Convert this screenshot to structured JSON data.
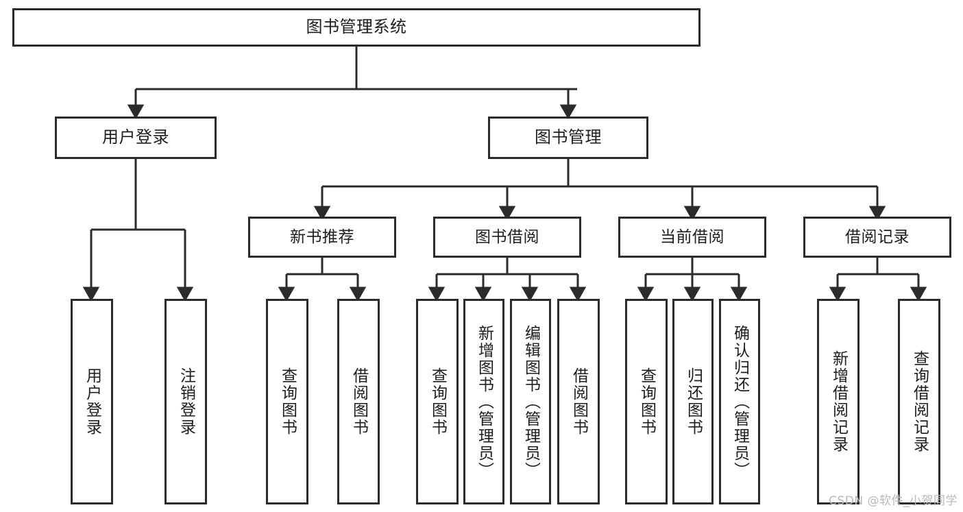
{
  "diagram": {
    "title": "图书管理系统",
    "type": "hierarchy-tree",
    "orientation": "top-down",
    "colors": {
      "box_border": "#2b2b2b",
      "box_fill": "#ffffff",
      "connector": "#2b2b2b",
      "text": "#1d1d1d",
      "watermark": "#b9b9b9",
      "background": "#ffffff"
    },
    "root": {
      "id": "root",
      "label": "图书管理系统"
    },
    "level2": [
      {
        "id": "user-login",
        "label": "用户登录"
      },
      {
        "id": "book-manage",
        "label": "图书管理"
      }
    ],
    "level3": [
      {
        "id": "new-book-rec",
        "label": "新书推荐",
        "parent": "book-manage"
      },
      {
        "id": "book-borrow",
        "label": "图书借阅",
        "parent": "book-manage"
      },
      {
        "id": "current-borrow",
        "label": "当前借阅",
        "parent": "book-manage"
      },
      {
        "id": "borrow-record",
        "label": "借阅记录",
        "parent": "book-manage"
      }
    ],
    "leaves": [
      {
        "id": "leaf-user-login",
        "label": "用户登录",
        "parent": "user-login"
      },
      {
        "id": "leaf-user-logout",
        "label": "注销登录",
        "parent": "user-login"
      },
      {
        "id": "leaf-query-book-1",
        "label": "查询图书",
        "parent": "new-book-rec"
      },
      {
        "id": "leaf-borrow-book-1",
        "label": "借阅图书",
        "parent": "new-book-rec"
      },
      {
        "id": "leaf-query-book-2",
        "label": "查询图书",
        "parent": "book-borrow"
      },
      {
        "id": "leaf-add-book",
        "label": "新增图书（管理员）",
        "parent": "book-borrow"
      },
      {
        "id": "leaf-edit-book",
        "label": "编辑图书（管理员）",
        "parent": "book-borrow"
      },
      {
        "id": "leaf-borrow-book-2",
        "label": "借阅图书",
        "parent": "book-borrow"
      },
      {
        "id": "leaf-query-book-3",
        "label": "查询图书",
        "parent": "current-borrow"
      },
      {
        "id": "leaf-return-book",
        "label": "归还图书",
        "parent": "current-borrow"
      },
      {
        "id": "leaf-confirm-return",
        "label": "确认归还（管理员）",
        "parent": "current-borrow"
      },
      {
        "id": "leaf-add-record",
        "label": "新增借阅记录",
        "parent": "borrow-record"
      },
      {
        "id": "leaf-query-record",
        "label": "查询借阅记录",
        "parent": "borrow-record"
      }
    ]
  },
  "watermark": {
    "text": "CSDN @软件_小贺同学"
  }
}
